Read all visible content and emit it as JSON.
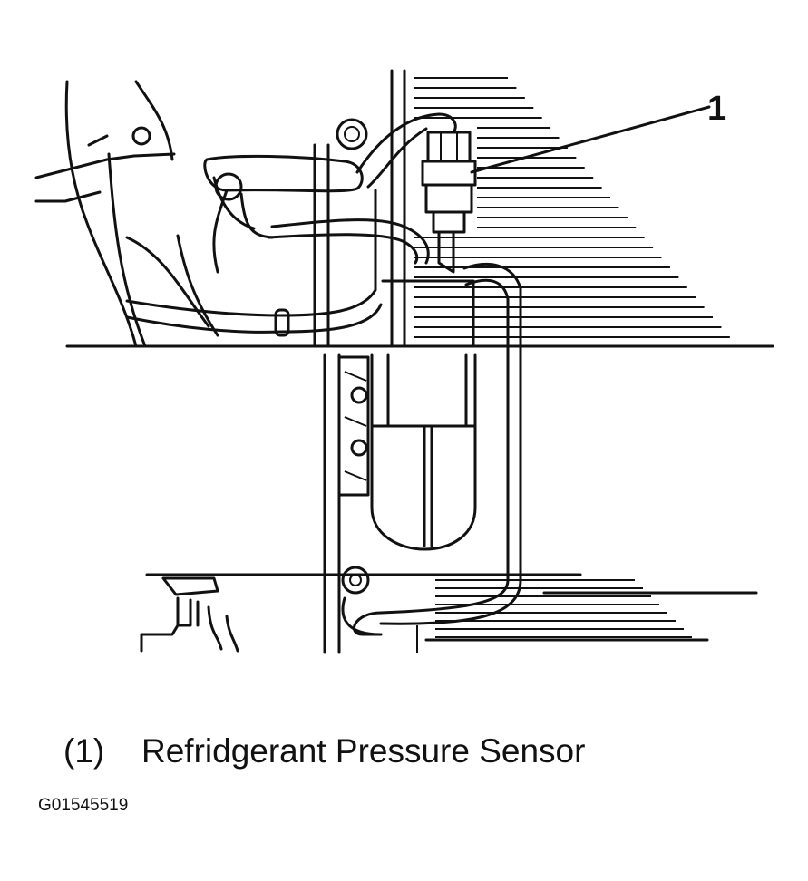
{
  "diagram": {
    "callout_number": "1",
    "legend": [
      {
        "number": "(1)",
        "label": "Refridgerant Pressure Sensor"
      }
    ],
    "figure_id": "G01545519"
  }
}
